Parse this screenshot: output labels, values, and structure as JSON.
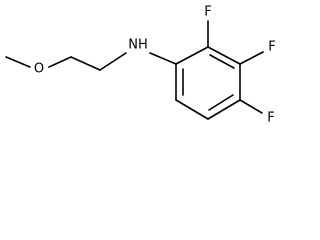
{
  "molecule": {
    "atoms": {
      "oxygen": "O",
      "nitrogen": "NH",
      "fluorine_2": "F",
      "fluorine_3": "F",
      "fluorine_4": "F"
    }
  },
  "colors": {
    "bond": "#000000",
    "text": "#000000",
    "background": "#ffffff"
  }
}
